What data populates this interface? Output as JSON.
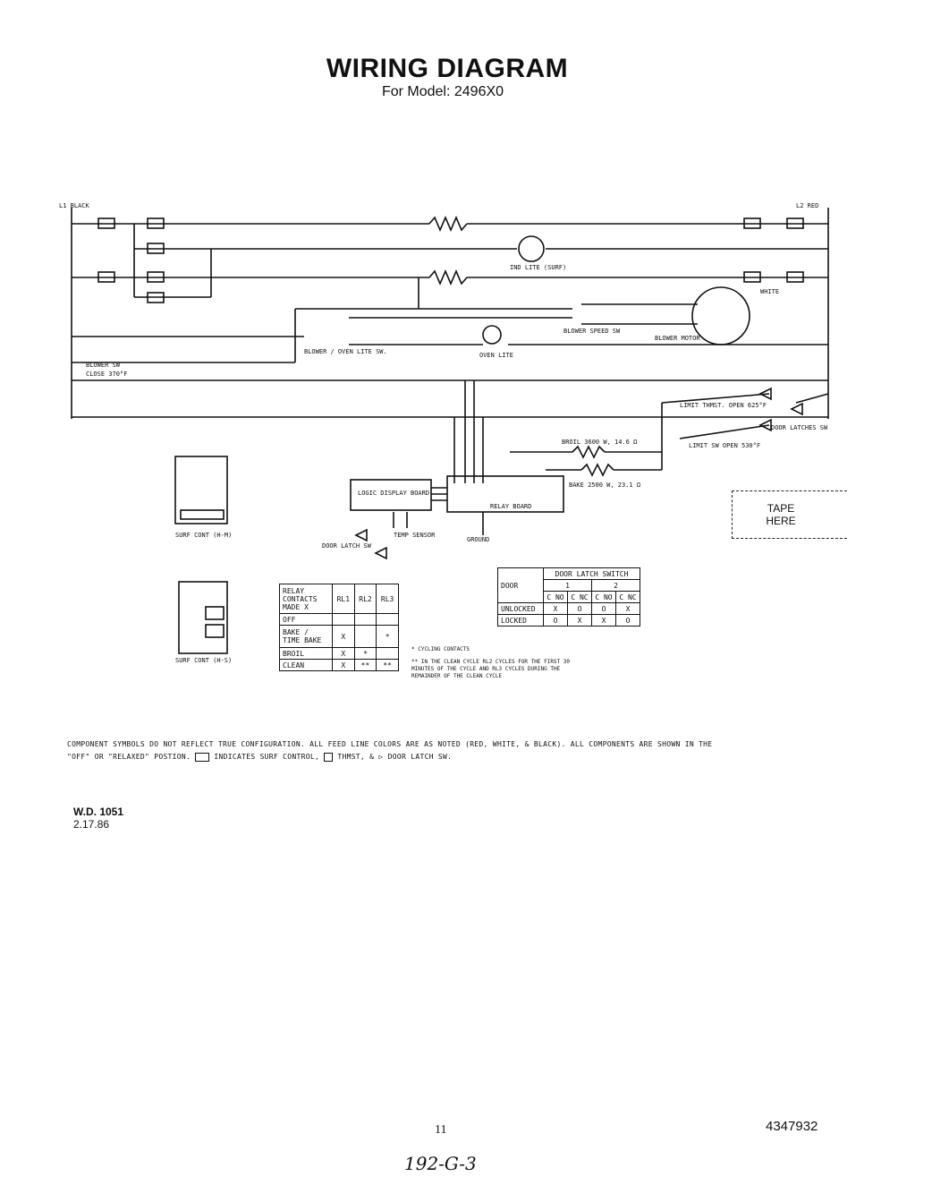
{
  "header": {
    "title": "WIRING DIAGRAM",
    "subtitle": "For Model: 2496X0"
  },
  "wire_labels": {
    "l1": "L1 BLACK",
    "l2": "L2 RED",
    "white": "WHITE"
  },
  "components": {
    "blower_sw": "BLOWER SW",
    "close_temp": "CLOSE 370°F",
    "blower_oven_lite_sw": "BLOWER / OVEN LITE SW.",
    "oven_lite": "OVEN LITE",
    "ind_lite": "IND LITE (SURF)",
    "blower_speed_sw": "BLOWER SPEED SW",
    "blower_motor": "BLOWER MOTOR",
    "limit_thmst": "LIMIT THMST. OPEN 625°F",
    "limit_sw": "LIMIT SW OPEN 530°F",
    "door_latches_sw": "DOOR LATCHES SW",
    "broil": "BROIL 3600 W, 14.6 Ω",
    "bake": "BAKE 2500 W, 23.1 Ω",
    "logic_board": "LOGIC DISPLAY BOARD",
    "relay_board": "RELAY BOARD",
    "ground": "GROUND",
    "door_latch": "DOOR LATCH SW",
    "temp_sensor": "TEMP SENSOR",
    "surf_cont_1": "SURF CONT (H-M)",
    "surf_cont_2": "SURF CONT (H-S)"
  },
  "tape": {
    "line1": "TAPE",
    "line2": "HERE"
  },
  "relay_table": {
    "headers": [
      "RELAY CONTACTS MADE X",
      "RL1",
      "RL2",
      "RL3"
    ],
    "rows": [
      [
        "OFF",
        "",
        "",
        ""
      ],
      [
        "BAKE / TIME BAKE",
        "X",
        "",
        "*"
      ],
      [
        "BROIL",
        "X",
        "*",
        ""
      ],
      [
        "CLEAN",
        "X",
        "**",
        "**"
      ]
    ]
  },
  "door_table": {
    "title": "DOOR LATCH SWITCH",
    "door_label": "DOOR",
    "switch_nums": [
      "1",
      "2"
    ],
    "contacts": [
      "C NO",
      "C NC",
      "C NO",
      "C NC"
    ],
    "rows": [
      [
        "UNLOCKED",
        "X",
        "O",
        "O",
        "X"
      ],
      [
        "LOCKED",
        "O",
        "X",
        "X",
        "O"
      ]
    ]
  },
  "footnotes": {
    "single": "* CYCLING CONTACTS",
    "double": "** IN THE CLEAN CYCLE RL2 CYCLES FOR THE FIRST 30 MINUTES OF THE CYCLE AND RL3 CYCLES DURING THE REMAINDER OF THE CLEAN CYCLE"
  },
  "component_note": {
    "line1": "COMPONENT SYMBOLS DO NOT REFLECT TRUE CONFIGURATION. ALL FEED LINE COLORS ARE AS NOTED (RED, WHITE, & BLACK). ALL COMPONENTS ARE SHOWN IN THE",
    "line2a": "\"OFF\" OR \"RELAXED\" POSTION.",
    "line2b": "INDICATES SURF CONTROL,",
    "line2c": "THMST, &",
    "line2d": "DOOR LATCH SW."
  },
  "footer": {
    "wd": "W.D. 1051",
    "date": "2.17.86",
    "page_number": "11",
    "part_number": "4347932",
    "handwritten": "192-G-3"
  }
}
